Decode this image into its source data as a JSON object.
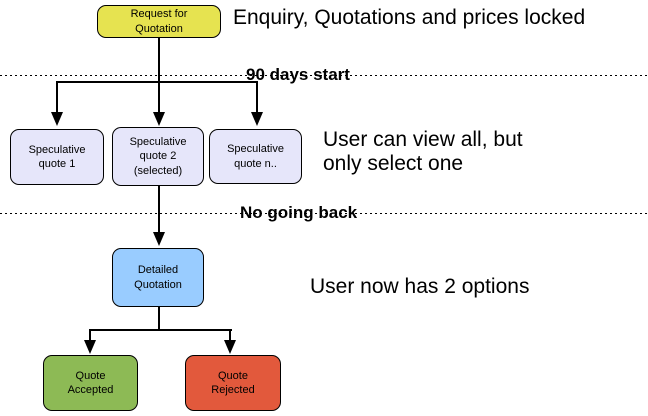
{
  "nodes": {
    "request": {
      "label": "Request for\nQuotation",
      "color": "#e6e350"
    },
    "spec1": {
      "label": "Speculative\nquote 1",
      "color": "#e6e6fa"
    },
    "spec2": {
      "label": "Speculative\nquote 2\n(selected)",
      "color": "#e6e6fa"
    },
    "specn": {
      "label": "Speculative\nquote n..",
      "color": "#e6e6fa"
    },
    "detailed": {
      "label": "Detailed\nQuotation",
      "color": "#99ccff"
    },
    "accepted": {
      "label": "Quote\nAccepted",
      "color": "#8dba55"
    },
    "rejected": {
      "label": "Quote\nRejected",
      "color": "#e2593c"
    }
  },
  "dividers": {
    "days90": {
      "label": "90 days start"
    },
    "no_back": {
      "label": "No going back"
    }
  },
  "annotations": {
    "enquiry": "Enquiry, Quotations and prices locked",
    "view_all": "User can view all, but\nonly select one",
    "two_options": "User now has 2 options"
  },
  "colors": {
    "line": "#000000",
    "border": "#000000",
    "background": "#ffffff"
  }
}
